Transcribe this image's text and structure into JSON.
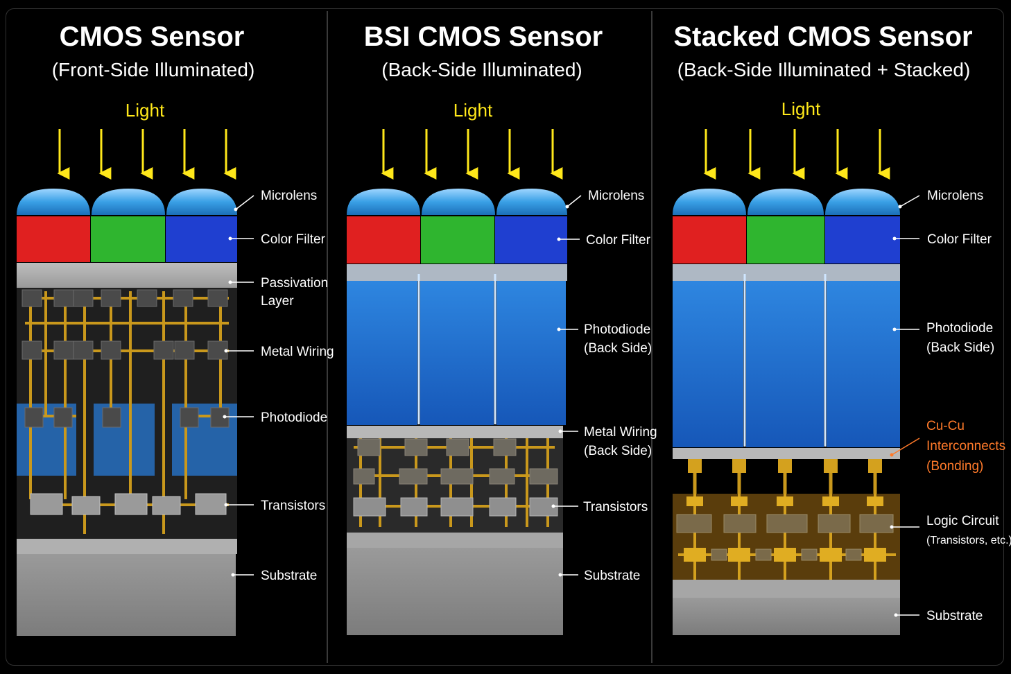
{
  "panels": [
    {
      "title": "CMOS Sensor",
      "subtitle": "(Front-Side Illuminated)",
      "light": "Light",
      "labels": {
        "microlens": "Microlens",
        "color_filter": "Color Filter",
        "passivation_1": "Passivation",
        "passivation_2": "Layer",
        "metal_wiring": "Metal Wiring",
        "photodiode": "Photodiode",
        "transistors": "Transistors",
        "substrate": "Substrate"
      }
    },
    {
      "title": "BSI CMOS Sensor",
      "subtitle": "(Back-Side Illuminated)",
      "light": "Light",
      "labels": {
        "microlens": "Microlens",
        "color_filter": "Color Filter",
        "photodiode_1": "Photodiode",
        "photodiode_2": "(Back Side)",
        "metal_wiring_1": "Metal Wiring",
        "metal_wiring_2": "(Back Side)",
        "transistors": "Transistors",
        "substrate": "Substrate"
      }
    },
    {
      "title": "Stacked CMOS Sensor",
      "subtitle": "(Back-Side Illuminated + Stacked)",
      "light": "Light",
      "labels": {
        "microlens": "Microlens",
        "color_filter": "Color Filter",
        "photodiode_1": "Photodiode",
        "photodiode_2": "(Back Side)",
        "cucu_1": "Cu-Cu",
        "cucu_2": "Interconnects",
        "cucu_3": "(Bonding)",
        "logic_1": "Logic Circuit",
        "logic_2": "(Transistors, etc.)",
        "substrate": "Substrate"
      }
    }
  ],
  "colors": {
    "background": "#000000",
    "light_arrow": "#ffe81a",
    "microlens": "#3aa0e6",
    "filter_red": "#e02020",
    "filter_green": "#2fb52f",
    "filter_blue": "#1f3fd0",
    "photodiode": "#1c6fd0",
    "wiring": "#d4a11e",
    "substrate": "#8c8c8c",
    "label_text": "#ffffff",
    "bonding_label": "#ff7a2a"
  }
}
